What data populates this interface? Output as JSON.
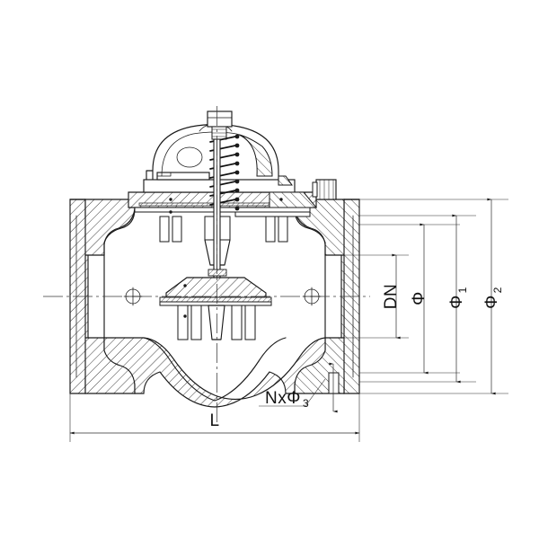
{
  "drawing": {
    "title": "Flanged spring-loaded diaphragm control valve - sectional drawing",
    "view": "longitudinal cross-section",
    "background_color": "#ffffff",
    "line_color": "#1a1a1a"
  },
  "dimensions": {
    "length": {
      "label": "L",
      "orientation": "horizontal",
      "position": "bottom"
    },
    "nominal_bore": {
      "label": "DN",
      "orientation": "vertical",
      "position": "right"
    },
    "diameter": {
      "label": "Φ",
      "orientation": "vertical",
      "position": "right"
    },
    "diameter_1": {
      "label": "Φ",
      "subscript": "1",
      "orientation": "vertical",
      "position": "right"
    },
    "diameter_2": {
      "label": "Φ",
      "subscript": "2",
      "orientation": "vertical",
      "position": "right"
    },
    "bolt_holes": {
      "label": "NxΦ",
      "subscript": "3",
      "orientation": "leader",
      "position": "bottom-right"
    }
  },
  "components": {
    "adjusting_screw": "adjusting-screw",
    "spring_dome": "spring-dome-cover",
    "spring": "compression-spring",
    "bonnet_flange": "bonnet-flange",
    "diaphragm": "diaphragm-plate",
    "stem": "valve-stem",
    "disc": "valve-disc",
    "guide_legs": "disc-guide-legs",
    "body": "valve-body",
    "inlet_flange": "inlet-flange-left",
    "outlet_flange": "outlet-flange-right",
    "side_port": "side-port-fitting",
    "centerline_marks": "centerline-cross-marks"
  }
}
